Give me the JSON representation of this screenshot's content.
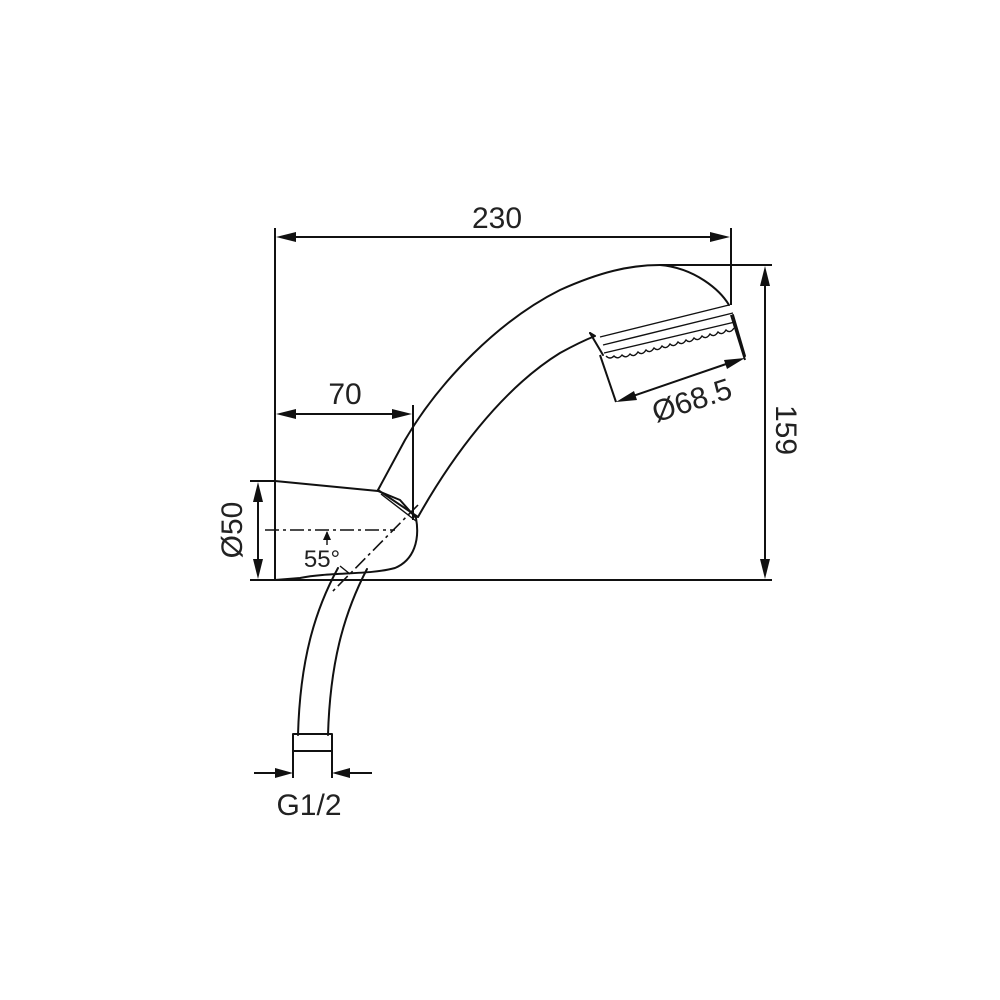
{
  "drawing": {
    "subject": "Hand shower with wall holder and hose",
    "units": "mm",
    "dimensions": {
      "overall_length": "230",
      "holder_projection": "70",
      "head_diameter": "Ø68.5",
      "holder_diameter": "Ø50",
      "overall_height": "159",
      "angle": "55°",
      "thread": "G1/2"
    }
  }
}
